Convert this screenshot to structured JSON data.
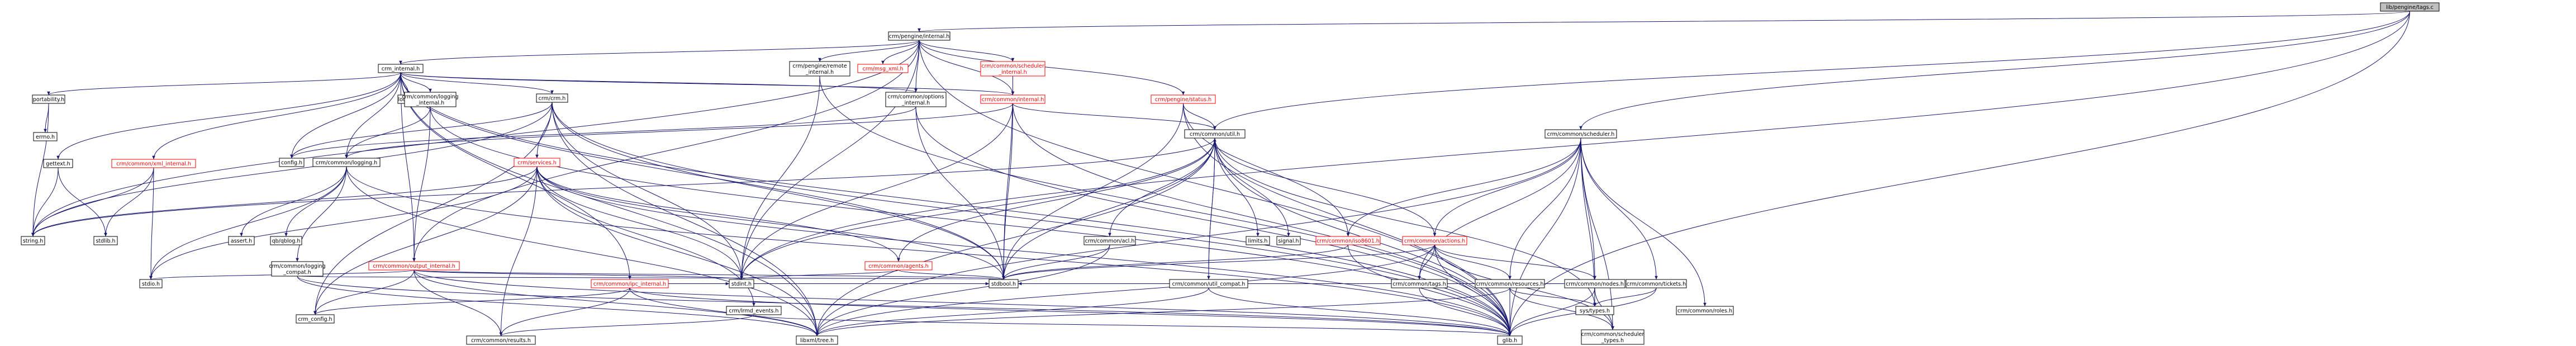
{
  "nodes": [
    {
      "id": "tags",
      "label": [
        "lib/pengine/tags.c"
      ],
      "root": true
    },
    {
      "id": "penint",
      "label": [
        "crm/pengine/internal.h"
      ]
    },
    {
      "id": "crmint",
      "label": [
        "crm_internal.h"
      ]
    },
    {
      "id": "portability",
      "label": [
        "portability.h"
      ]
    },
    {
      "id": "errno",
      "label": [
        "errno.h"
      ]
    },
    {
      "id": "gettext",
      "label": [
        "gettext.h"
      ]
    },
    {
      "id": "string",
      "label": [
        "string.h"
      ]
    },
    {
      "id": "stdlib",
      "label": [
        "stdlib.h"
      ]
    },
    {
      "id": "xmlint",
      "label": [
        "crm/common/xml_internal.h"
      ],
      "red": true
    },
    {
      "id": "locale",
      "label": [
        "locale.h"
      ]
    },
    {
      "id": "logint",
      "label": [
        "crm/common/logging",
        "_internal.h"
      ]
    },
    {
      "id": "config",
      "label": [
        "config.h"
      ]
    },
    {
      "id": "logging",
      "label": [
        "crm/common/logging.h"
      ]
    },
    {
      "id": "stdio",
      "label": [
        "stdio.h"
      ]
    },
    {
      "id": "assert",
      "label": [
        "assert.h"
      ]
    },
    {
      "id": "qblog",
      "label": [
        "qb/qblog.h"
      ]
    },
    {
      "id": "logcompat",
      "label": [
        "crm/common/logging",
        "_compat.h"
      ]
    },
    {
      "id": "outint",
      "label": [
        "crm/common/output_internal.h"
      ],
      "red": true
    },
    {
      "id": "crmconfig",
      "label": [
        "crm_config.h"
      ]
    },
    {
      "id": "results",
      "label": [
        "crm/common/results.h"
      ]
    },
    {
      "id": "libxml",
      "label": [
        "libxml/tree.h"
      ]
    },
    {
      "id": "glib",
      "label": [
        "glib.h"
      ]
    },
    {
      "id": "crmh",
      "label": [
        "crm/crm.h"
      ]
    },
    {
      "id": "services",
      "label": [
        "crm/services.h"
      ],
      "red": true
    },
    {
      "id": "ipcint",
      "label": [
        "crm/common/ipc_internal.h"
      ],
      "red": true
    },
    {
      "id": "stdint",
      "label": [
        "stdint.h"
      ]
    },
    {
      "id": "lrmdevents",
      "label": [
        "crm/lrmd_events.h"
      ]
    },
    {
      "id": "agents",
      "label": [
        "crm/common/agents.h"
      ],
      "red": true
    },
    {
      "id": "stdbool",
      "label": [
        "stdbool.h"
      ]
    },
    {
      "id": "optint",
      "label": [
        "crm/common/options",
        "_internal.h"
      ]
    },
    {
      "id": "pmremote",
      "label": [
        "crm/pengine/remote",
        "_internal.h"
      ]
    },
    {
      "id": "msgxml",
      "label": [
        "crm/msg_xml.h"
      ],
      "red": true
    },
    {
      "id": "schedint",
      "label": [
        "crm/common/scheduler",
        "_internal.h"
      ],
      "red": true
    },
    {
      "id": "cominternal",
      "label": [
        "crm/common/internal.h"
      ],
      "red": true
    },
    {
      "id": "penstatus",
      "label": [
        "crm/pengine/status.h"
      ],
      "red": true
    },
    {
      "id": "util",
      "label": [
        "crm/common/util.h"
      ]
    },
    {
      "id": "acl",
      "label": [
        "crm/common/acl.h"
      ]
    },
    {
      "id": "utilcompat",
      "label": [
        "crm/common/util_compat.h"
      ]
    },
    {
      "id": "limits",
      "label": [
        "limits.h"
      ]
    },
    {
      "id": "signal",
      "label": [
        "signal.h"
      ]
    },
    {
      "id": "iso8601",
      "label": [
        "crm/common/iso8601.h"
      ],
      "red": true
    },
    {
      "id": "actions",
      "label": [
        "crm/common/actions.h"
      ],
      "red": true
    },
    {
      "id": "scheduler",
      "label": [
        "crm/common/scheduler.h"
      ]
    },
    {
      "id": "comtags",
      "label": [
        "crm/common/tags.h"
      ]
    },
    {
      "id": "resources",
      "label": [
        "crm/common/resources.h"
      ]
    },
    {
      "id": "comnodes",
      "label": [
        "crm/common/nodes.h"
      ]
    },
    {
      "id": "tickets",
      "label": [
        "crm/common/tickets.h"
      ]
    },
    {
      "id": "roles",
      "label": [
        "crm/common/roles.h"
      ]
    },
    {
      "id": "systypes",
      "label": [
        "sys/types.h"
      ]
    },
    {
      "id": "schedtypes",
      "label": [
        "crm/common/scheduler",
        "_types.h"
      ]
    }
  ]
}
